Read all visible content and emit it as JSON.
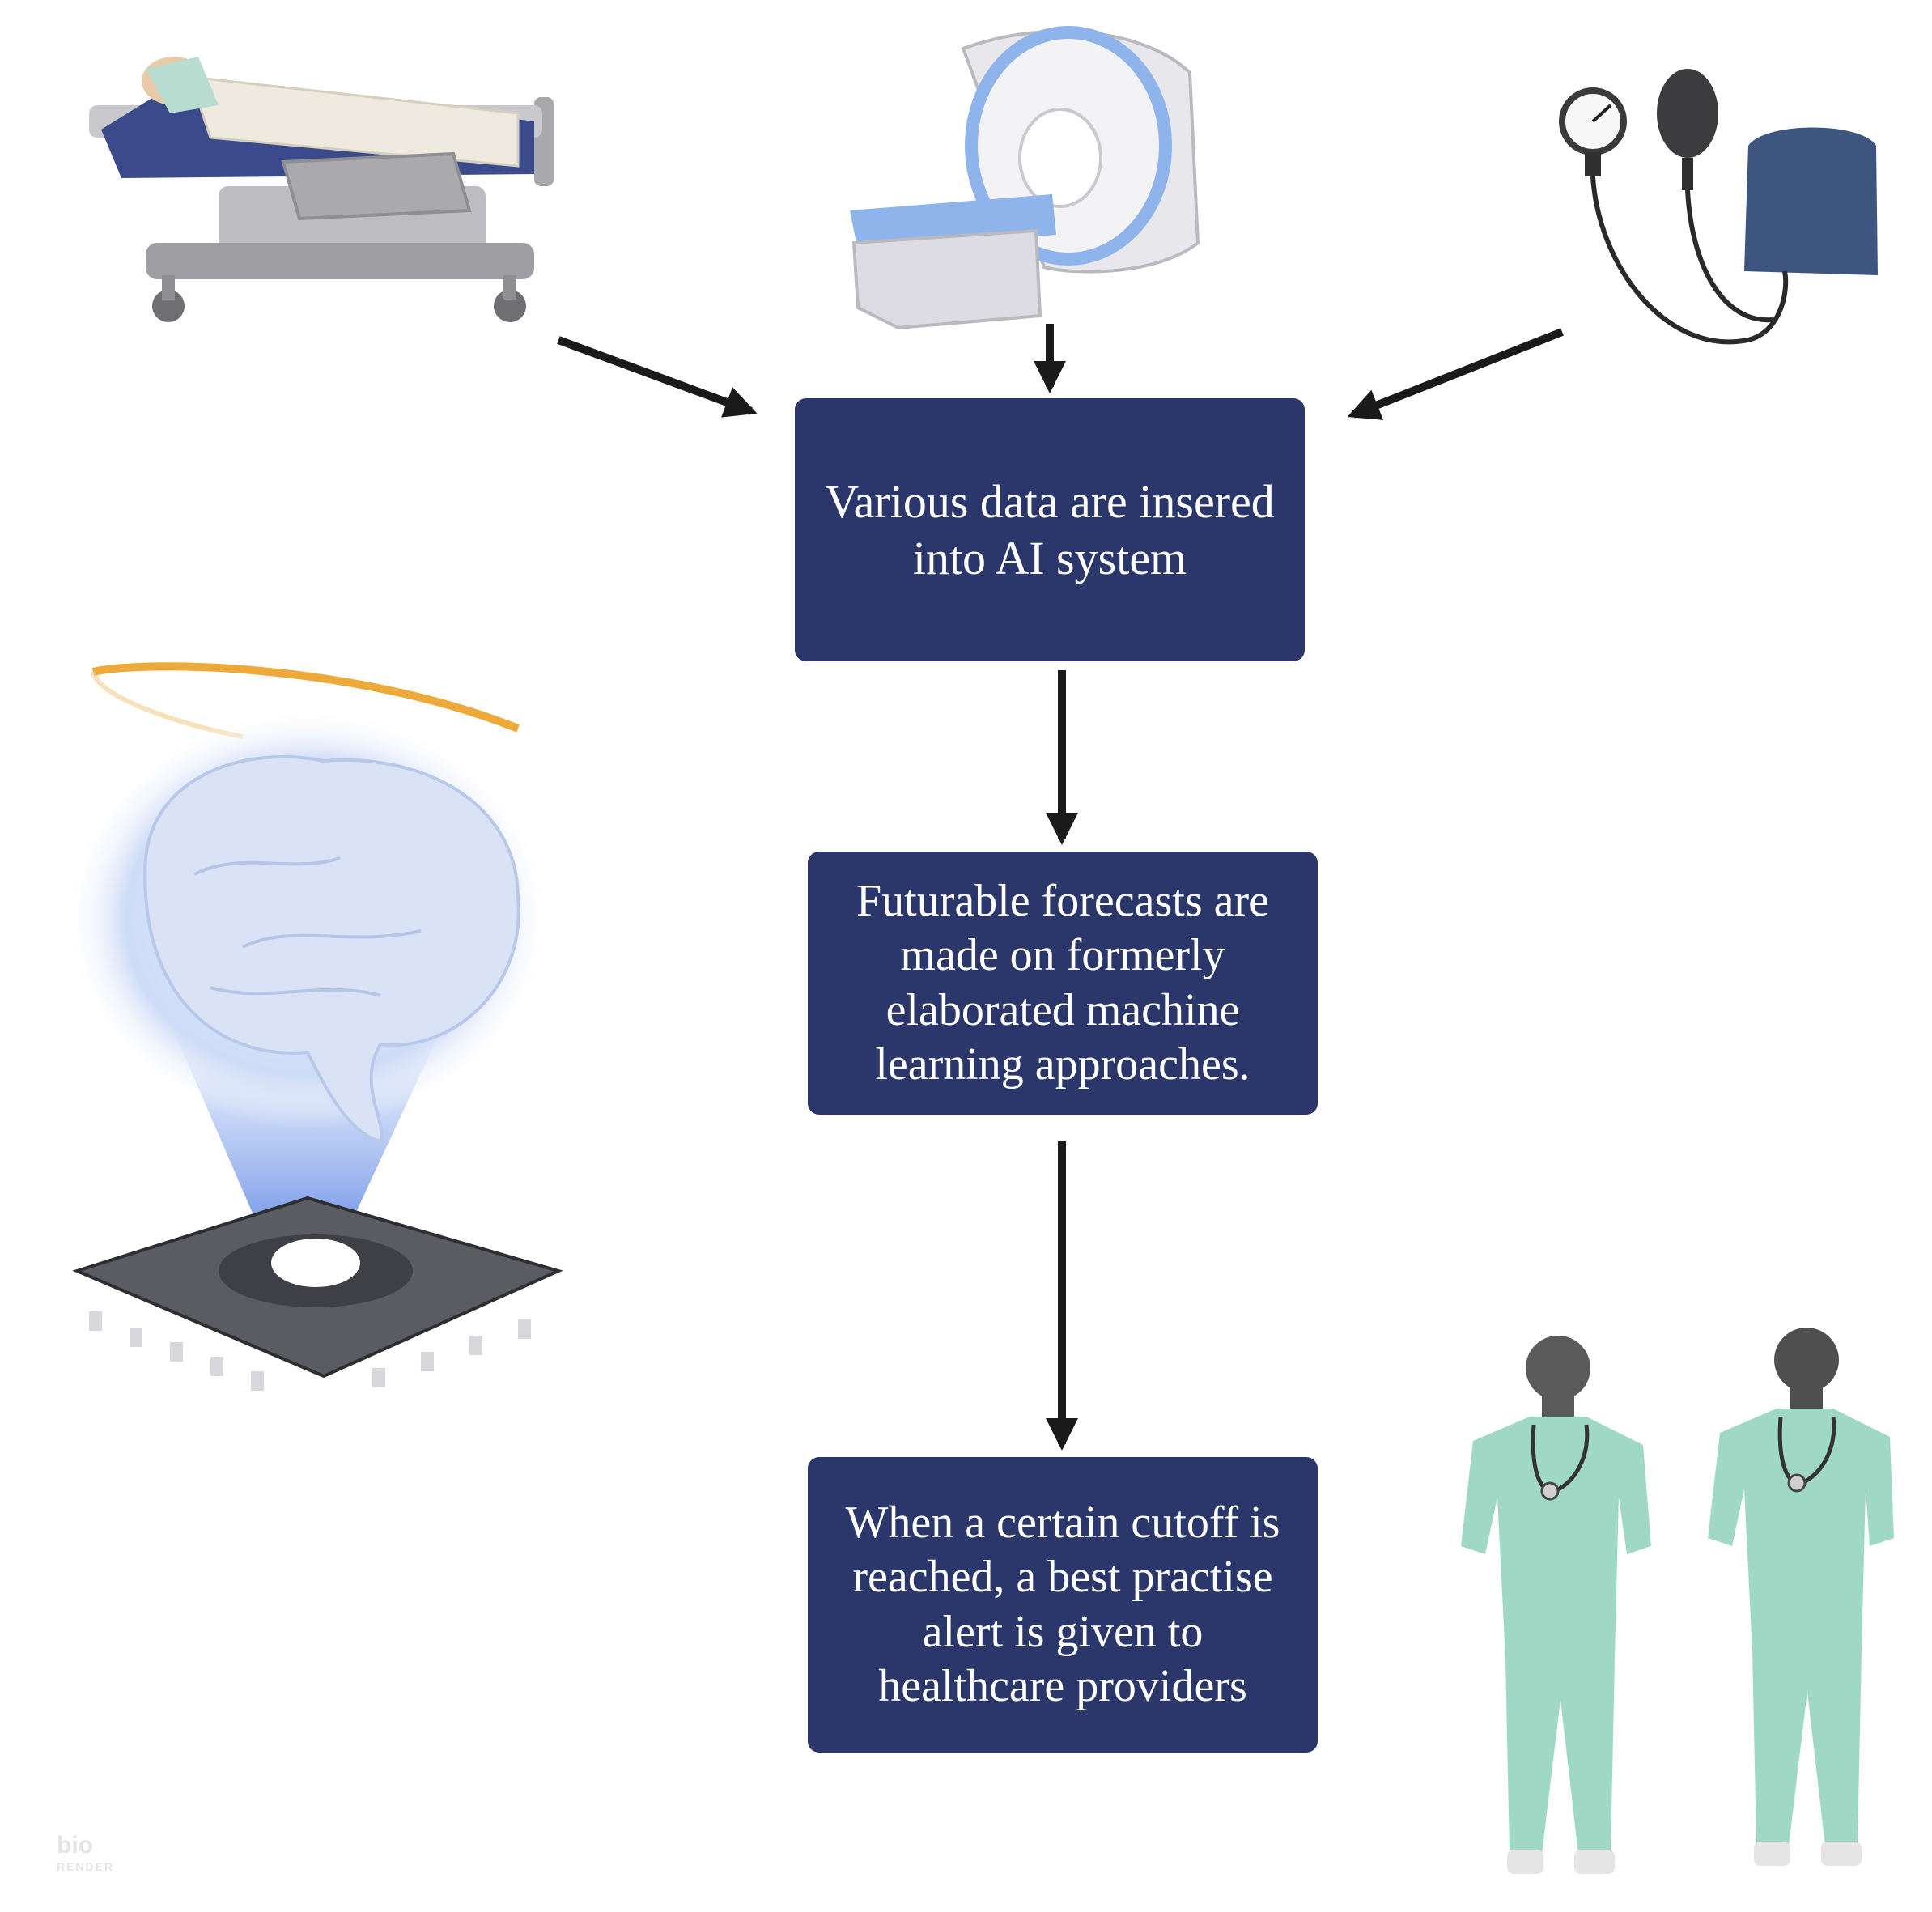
{
  "boxes": {
    "data_input": "Various data are insered into AI system",
    "forecasts": "Futurable forecasts are made on formerly elaborated machine learning approaches.",
    "alert": "When a certain cutoff is reached, a best practise alert is given to healthcare providers"
  },
  "illustrations": {
    "patient_bed": "hospital-bed-icon",
    "mri": "mri-scanner-icon",
    "blood_pressure": "sphygmomanometer-icon",
    "ai_chip": "ai-brain-chip-icon",
    "providers": "healthcare-workers-icon"
  },
  "watermark": {
    "line1": "bio",
    "line2": "RENDER"
  },
  "colors": {
    "box_fill": "#2b376b",
    "box_text": "#ffffff",
    "arrow": "#1a1a1a",
    "scrubs": "#9fd9c6",
    "brain_glow": "#7fa3ea"
  }
}
